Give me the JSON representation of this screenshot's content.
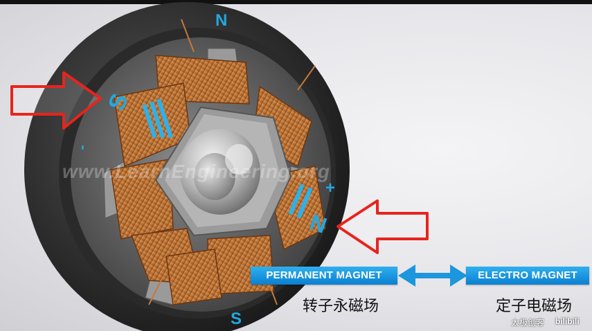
{
  "pole_labels": {
    "top": "N",
    "left": "S",
    "right": "N",
    "bottom": "S"
  },
  "polarity_marks": {
    "left": "-",
    "right": "+"
  },
  "tags": {
    "permanent": "PERMANENT MAGNET",
    "electro": "ELECTRO MAGNET"
  },
  "captions": {
    "rotor": "转子永磁场",
    "stator": "定子电磁场"
  },
  "watermark": "www.LearnEngineering.org",
  "brand": {
    "left": "太极创客",
    "right": "bilibili"
  },
  "colors": {
    "arrow": "#e8241c",
    "accent": "#22a8e0",
    "copper": "#c47a3a"
  }
}
